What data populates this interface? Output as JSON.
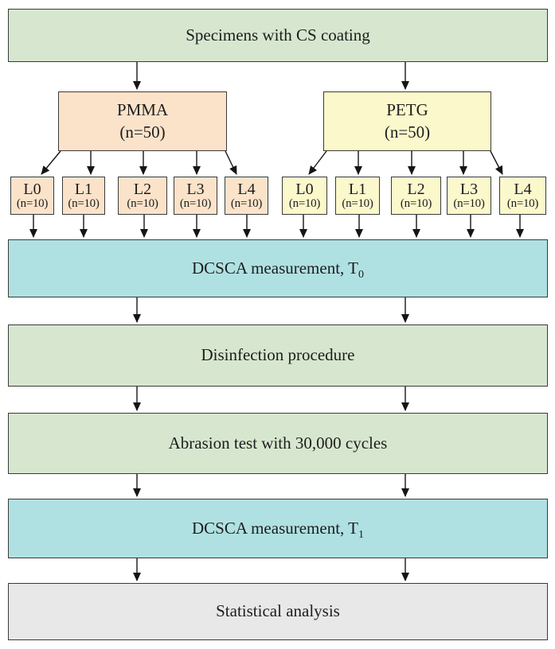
{
  "diagram": {
    "nodes": {
      "specimens": {
        "label": "Specimens with CS coating"
      },
      "pmma": {
        "label": "PMMA",
        "n": "(n=50)"
      },
      "petg": {
        "label": "PETG",
        "n": "(n=50)"
      },
      "t0": {
        "label_prefix": "DCSCA measurement, T",
        "subscript": "0"
      },
      "disinfection": {
        "label": "Disinfection procedure"
      },
      "abrasion": {
        "label": "Abrasion test with 30,000 cycles"
      },
      "t1": {
        "label_prefix": "DCSCA measurement, T",
        "subscript": "1"
      },
      "statistics": {
        "label": "Statistical analysis"
      }
    },
    "pmma_subgroups": [
      {
        "label": "L0",
        "n": "(n=10)"
      },
      {
        "label": "L1",
        "n": "(n=10)"
      },
      {
        "label": "L2",
        "n": "(n=10)"
      },
      {
        "label": "L3",
        "n": "(n=10)"
      },
      {
        "label": "L4",
        "n": "(n=10)"
      }
    ],
    "petg_subgroups": [
      {
        "label": "L0",
        "n": "(n=10)"
      },
      {
        "label": "L1",
        "n": "(n=10)"
      },
      {
        "label": "L2",
        "n": "(n=10)"
      },
      {
        "label": "L3",
        "n": "(n=10)"
      },
      {
        "label": "L4",
        "n": "(n=10)"
      }
    ],
    "colors": {
      "green": "#d7e7cf",
      "peach": "#fbe3ca",
      "yellow": "#fbf8cc",
      "cyan": "#b0e1e2",
      "gray": "#e8e8e8",
      "border": "#3a3a3a",
      "arrow": "#151515",
      "text": "#1d1d1d"
    }
  }
}
